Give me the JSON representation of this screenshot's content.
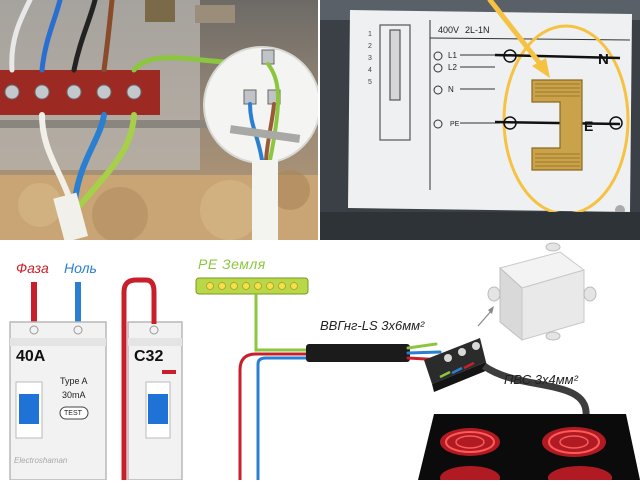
{
  "terminal_label": {
    "voltage": "400V",
    "config": "2L-1N",
    "pins": [
      "1",
      "2",
      "3",
      "4",
      "5"
    ],
    "l1": "L1",
    "l2": "L2",
    "n": "N",
    "pe": "PE",
    "big_n": "N",
    "big_e": "E"
  },
  "diagram": {
    "phase_label": "Фаза",
    "neutral_label": "Ноль",
    "pe_label": "PE Земля",
    "rcd_rating": "40A",
    "rcd_type": "Type A",
    "rcd_current": "30mA",
    "rcd_test": "TEST",
    "rcd_brand": "Electroshaman",
    "breaker_rating": "C32",
    "cable_main": "ВВГнг-LS 3х6мм²",
    "cable_hob": "ПВС 3х4мм²"
  },
  "colors": {
    "phase_wire": "#c8202a",
    "neutral_wire": "#2a7fd0",
    "earth_wire": "#8cc63f",
    "highlight_ring": "#f5c242"
  }
}
